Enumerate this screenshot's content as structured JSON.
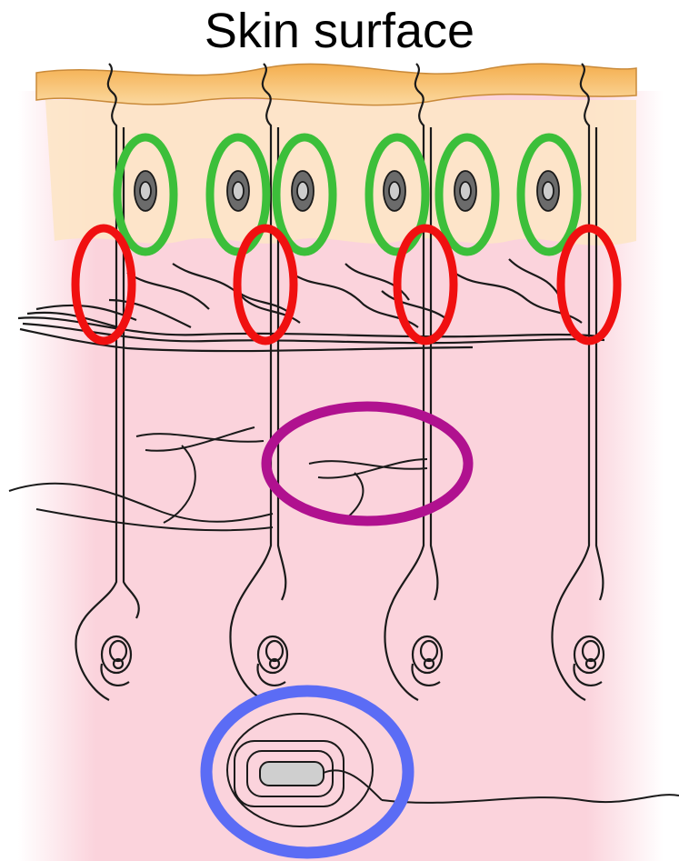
{
  "title": "Skin surface",
  "colors": {
    "epidermis": "#f6b85c",
    "dermis": "#fbd3dc",
    "ink": "#1a1a1a",
    "green_marker": "#3cbf3a",
    "red_marker": "#f01010",
    "magenta_marker": "#b0118f",
    "blue_marker": "#5b6cf5"
  },
  "markers": [
    {
      "name": "green",
      "count": 6
    },
    {
      "name": "red",
      "count": 4
    },
    {
      "name": "magenta",
      "count": 1
    },
    {
      "name": "blue",
      "count": 1
    }
  ]
}
